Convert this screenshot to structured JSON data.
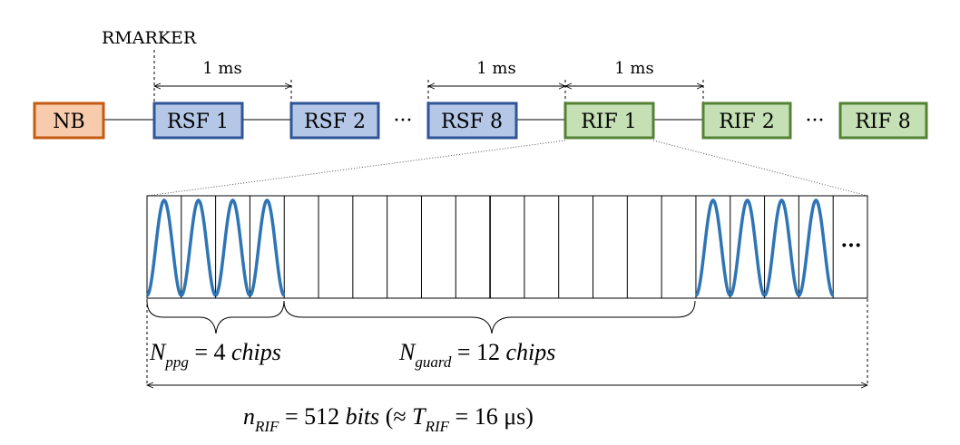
{
  "rmarker_label": "RMARKER",
  "spans": [
    "1 ms",
    "1 ms",
    "1 ms"
  ],
  "blocks": [
    {
      "label": "NB",
      "kind": "nb"
    },
    {
      "label": "RSF 1",
      "kind": "rsf"
    },
    {
      "label": "RSF 2",
      "kind": "rsf"
    },
    {
      "label": "RSF 8",
      "kind": "rsf"
    },
    {
      "label": "RIF 1",
      "kind": "rif"
    },
    {
      "label": "RIF 2",
      "kind": "rif"
    },
    {
      "label": "RIF 8",
      "kind": "rif"
    }
  ],
  "ellipses": [
    "···",
    "···",
    "···"
  ],
  "chips": {
    "total_cells": 21,
    "pulse_cells": [
      0,
      1,
      2,
      3,
      16,
      17,
      18,
      19
    ]
  },
  "labels": {
    "nppg": {
      "sym": "N",
      "sub": "ppg",
      "rest": " = 4 ",
      "unit": "chips"
    },
    "nguard": {
      "sym": "N",
      "sub": "guard",
      "rest": " = 12 ",
      "unit": "chips"
    },
    "nrif": {
      "sym": "n",
      "sub": "RIF",
      "rest": " = 512 ",
      "unit": "bits",
      "paren_open": " (≈ ",
      "sym2": "T",
      "sub2": "RIF",
      "rest2": " = 16 μs)"
    }
  },
  "colors": {
    "nb_fill": "#f8cbad",
    "nb_stroke": "#c55a11",
    "rsf_fill": "#b4c7e7",
    "rsf_stroke": "#2f5597",
    "rif_fill": "#c5e0b4",
    "rif_stroke": "#548235",
    "pulse": "#2e75b6"
  }
}
